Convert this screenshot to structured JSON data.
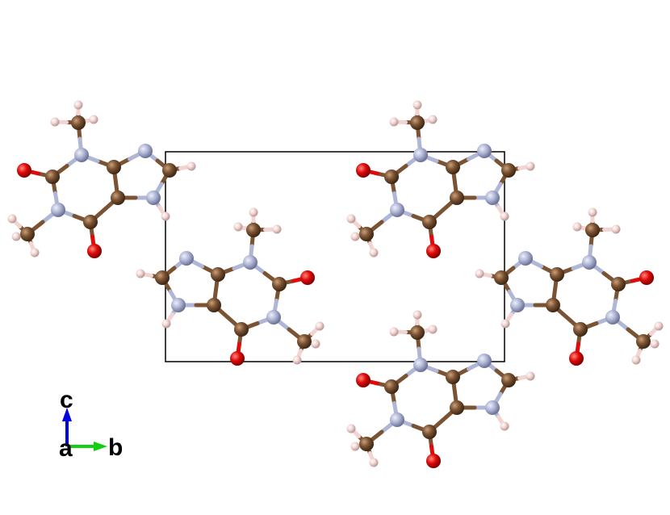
{
  "viewer": {
    "structure": "crystal-structure-view",
    "element_colors": {
      "C": "#7b5232",
      "N": "#b0b6d6",
      "O": "#e00a0a",
      "H": "#f2d4d2"
    },
    "cell_color": "#000000"
  },
  "axes": {
    "c_label": "c",
    "a_label": "a",
    "b_label": "b",
    "c_color": "#0000e0",
    "b_color": "#10d010",
    "a_color": "#d02020"
  }
}
